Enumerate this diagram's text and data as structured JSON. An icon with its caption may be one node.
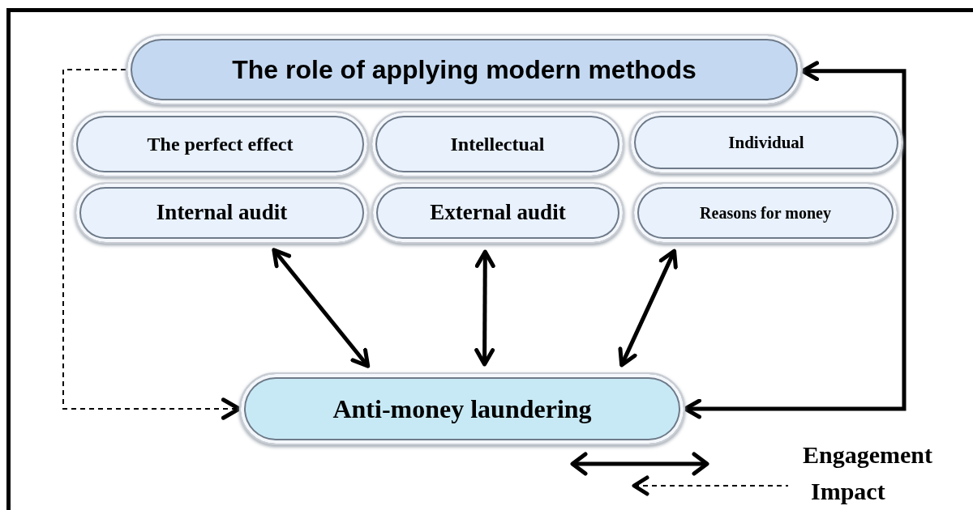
{
  "diagram": {
    "nodes": [
      {
        "text": [
          "The role of applying modern methods"
        ]
      },
      {
        "text": [
          "The perfect effect"
        ]
      },
      {
        "text": [
          "Intellectual"
        ]
      },
      {
        "text": [
          "Individual"
        ]
      },
      {
        "text": [
          "Internal audit"
        ]
      },
      {
        "text": [
          "External audit"
        ]
      },
      {
        "text": [
          "Reasons for money"
        ]
      },
      {
        "text": [
          "Anti-money laundering"
        ]
      }
    ],
    "edges": [
      {
        "from": 0,
        "to": 7,
        "arrow": "to",
        "style": "dashed"
      },
      {
        "from": 7,
        "to": 0,
        "arrow": "both"
      },
      {
        "from": 4,
        "to": 7,
        "arrow": "both"
      },
      {
        "from": 5,
        "to": 7,
        "arrow": "both"
      },
      {
        "from": 6,
        "to": 7,
        "arrow": "both"
      }
    ],
    "legend": [
      {
        "text": "Engagement"
      },
      {
        "text": "Impact"
      }
    ]
  }
}
